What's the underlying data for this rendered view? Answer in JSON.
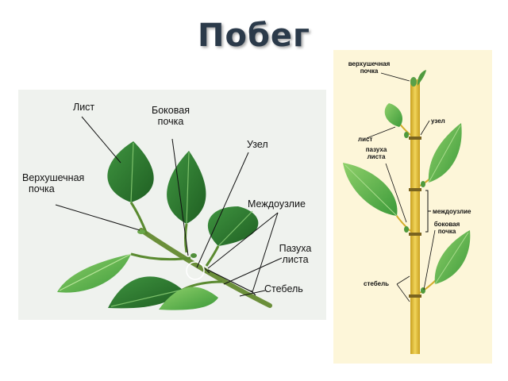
{
  "title": "Побег",
  "left_figure": {
    "labels": {
      "leaf": "Лист",
      "lateral_bud_1": "Боковая",
      "lateral_bud_2": "почка",
      "node": "Узел",
      "apical_bud_1": "Верхушечная",
      "apical_bud_2": "почка",
      "internode": "Междоузлие",
      "axil_1": "Пазуха",
      "axil_2": "листа",
      "stem": "Стебель"
    }
  },
  "right_figure": {
    "labels": {
      "apical_bud_1": "верхушечная",
      "apical_bud_2": "почка",
      "node": "узел",
      "leaf": "лист",
      "axil_1": "пазуха",
      "axil_2": "листа",
      "internode": "междоузлие",
      "lateral_bud_1": "боковая",
      "lateral_bud_2": "почка",
      "stem": "стебель"
    }
  },
  "colors": {
    "title": "#2b3a4a",
    "leaf_dark": "#2f7a2e",
    "leaf_light": "#5fb04a",
    "stem": "#e6c23a"
  }
}
